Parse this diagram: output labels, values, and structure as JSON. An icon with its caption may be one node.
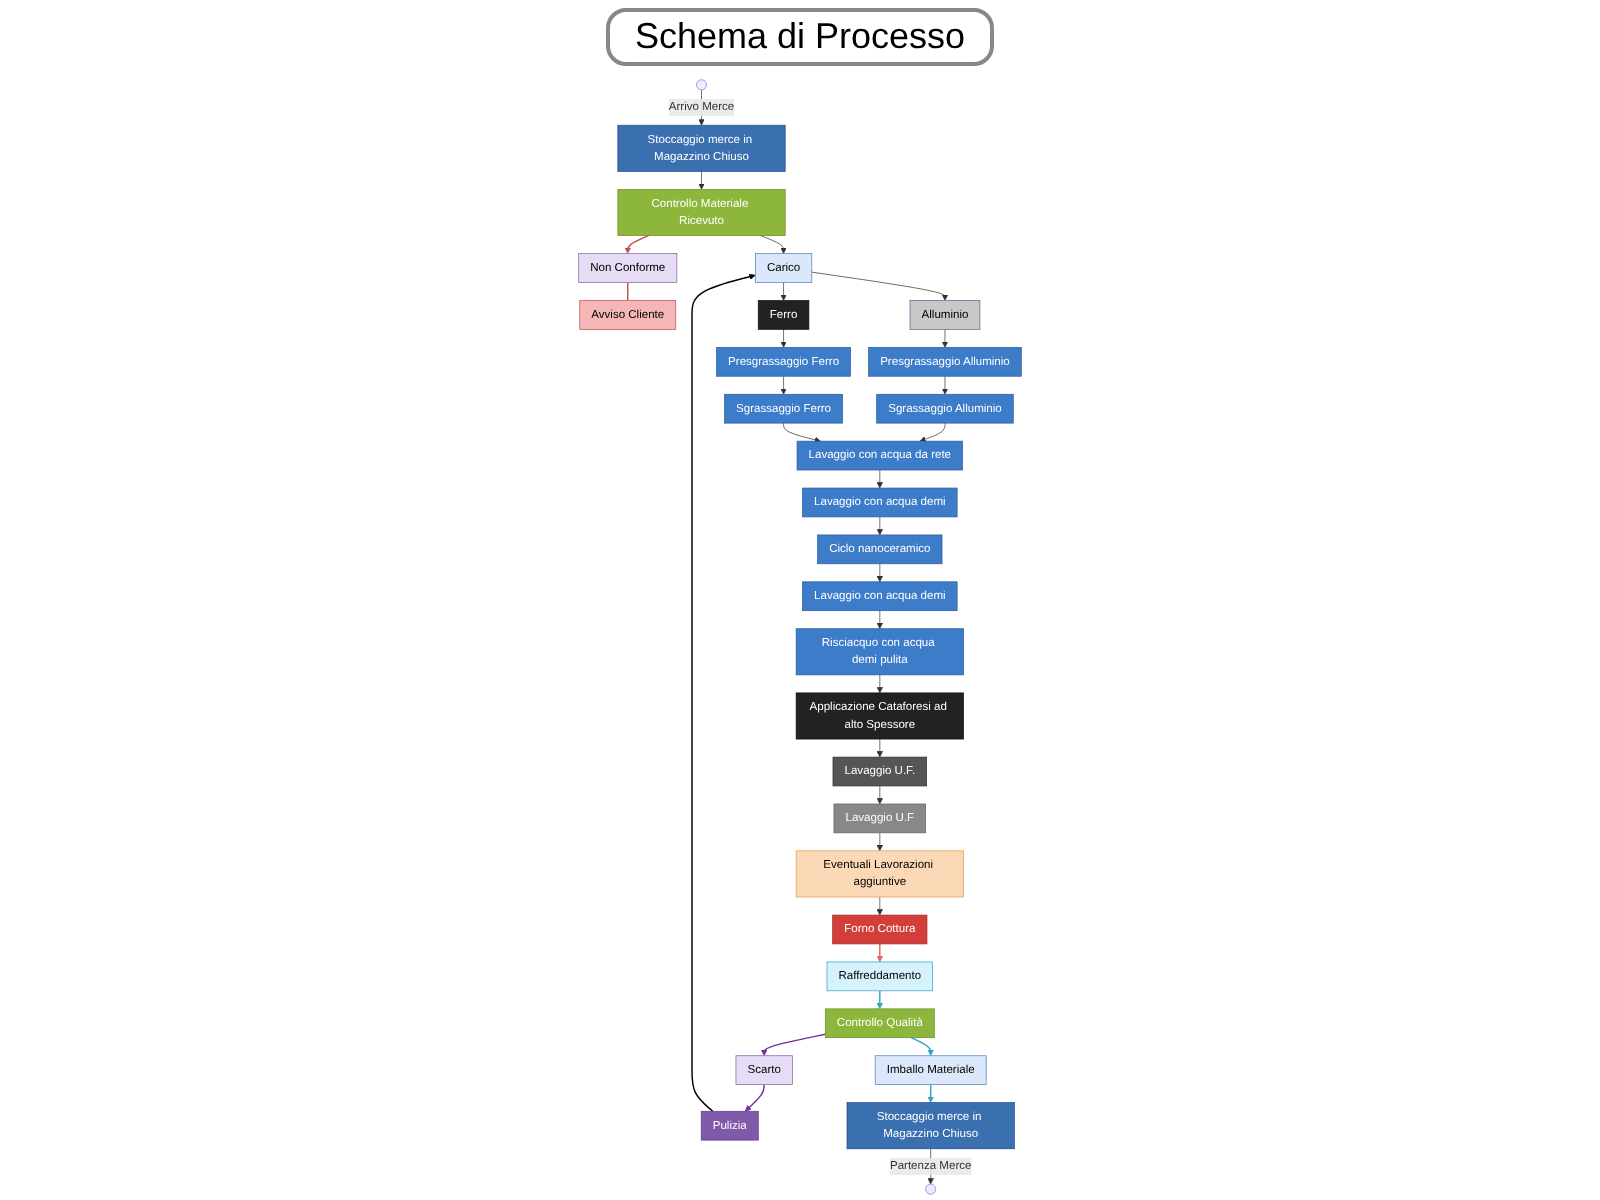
{
  "diagram": {
    "title": "Schema di Processo",
    "nodes": [
      {
        "text": [
          "Stoccaggio merce in Magazzino Chiuso"
        ]
      },
      {
        "text": [
          "Controllo Materiale Ricevuto"
        ]
      },
      {
        "text": [
          "Avviso Cliente"
        ]
      },
      {
        "text": [
          "Non Conforme"
        ]
      },
      {
        "text": [
          "Carico"
        ]
      },
      {
        "text": [
          "Alluminio"
        ]
      },
      {
        "text": [
          "Ferro"
        ]
      },
      {
        "text": [
          "Presgrassaggio Alluminio"
        ]
      },
      {
        "text": [
          "Presgrassaggio Ferro"
        ]
      },
      {
        "text": [
          "Sgrassaggio Alluminio"
        ]
      },
      {
        "text": [
          "Sgrassaggio Ferro"
        ]
      },
      {
        "text": [
          "Lavaggio con acqua da rete"
        ]
      },
      {
        "text": [
          "Lavaggio con acqua demi"
        ]
      },
      {
        "text": [
          "Ciclo nanoceramico"
        ]
      },
      {
        "text": [
          "Lavaggio con acqua demi"
        ]
      },
      {
        "text": [
          "Risciacquo con acqua demi pulita"
        ]
      },
      {
        "text": [
          "Applicazione Cataforesi ad alto Spessore"
        ]
      },
      {
        "text": [
          "Lavaggio U.F."
        ]
      },
      {
        "text": [
          "Lavaggio U.F"
        ]
      },
      {
        "text": [
          "Eventuali Lavorazioni aggiuntive"
        ]
      },
      {
        "text": [
          "Forno Cottura"
        ]
      },
      {
        "text": [
          "Raffreddamento"
        ]
      },
      {
        "text": [
          "Controllo Qualità"
        ]
      },
      {
        "text": [
          "Scarto"
        ]
      },
      {
        "text": [
          "Pulizia"
        ]
      },
      {
        "text": [
          "Imballo Materiale"
        ]
      },
      {
        "text": [
          "Stoccaggio merce in Magazzino Chiuso"
        ]
      }
    ],
    "edges": [
      {
        "from": null,
        "to": 0,
        "arrow": "to",
        "label": "Arrivo Merce"
      },
      {
        "from": 0,
        "to": 1,
        "arrow": "to"
      },
      {
        "from": 1,
        "to": 3,
        "arrow": "to",
        "color": "#c0504d"
      },
      {
        "from": 3,
        "to": 2,
        "arrow": "none",
        "color": "#c0504d"
      },
      {
        "from": 1,
        "to": 4,
        "arrow": "to"
      },
      {
        "from": 4,
        "to": 5,
        "arrow": "to"
      },
      {
        "from": 4,
        "to": 6,
        "arrow": "to"
      },
      {
        "from": 5,
        "to": 7,
        "arrow": "to"
      },
      {
        "from": 6,
        "to": 8,
        "arrow": "to"
      },
      {
        "from": 7,
        "to": 9,
        "arrow": "to"
      },
      {
        "from": 8,
        "to": 10,
        "arrow": "to"
      },
      {
        "from": 9,
        "to": 11,
        "arrow": "to"
      },
      {
        "from": 10,
        "to": 11,
        "arrow": "to"
      },
      {
        "from": 11,
        "to": 12,
        "arrow": "to"
      },
      {
        "from": 12,
        "to": 13,
        "arrow": "to"
      },
      {
        "from": 13,
        "to": 14,
        "arrow": "to"
      },
      {
        "from": 14,
        "to": 15,
        "arrow": "to"
      },
      {
        "from": 15,
        "to": 16,
        "arrow": "to"
      },
      {
        "from": 16,
        "to": 17,
        "arrow": "to"
      },
      {
        "from": 17,
        "to": 18,
        "arrow": "to"
      },
      {
        "from": 18,
        "to": 19,
        "arrow": "to"
      },
      {
        "from": 19,
        "to": 20,
        "arrow": "to"
      },
      {
        "from": 20,
        "to": 21,
        "arrow": "to",
        "color": "#e06666"
      },
      {
        "from": 21,
        "to": 22,
        "arrow": "to",
        "color": "#31a5c0"
      },
      {
        "from": 22,
        "to": 23,
        "arrow": "to",
        "color": "#7030a0"
      },
      {
        "from": 23,
        "to": 24,
        "arrow": "to",
        "color": "#7030a0"
      },
      {
        "from": 24,
        "to": 4,
        "arrow": "to",
        "color": "#000000"
      },
      {
        "from": 22,
        "to": 25,
        "arrow": "to",
        "color": "#31a5c0"
      },
      {
        "from": 25,
        "to": 26,
        "arrow": "to",
        "color": "#31a5c0"
      },
      {
        "from": 26,
        "to": null,
        "arrow": "to",
        "label": "Partenza Merce"
      }
    ]
  }
}
